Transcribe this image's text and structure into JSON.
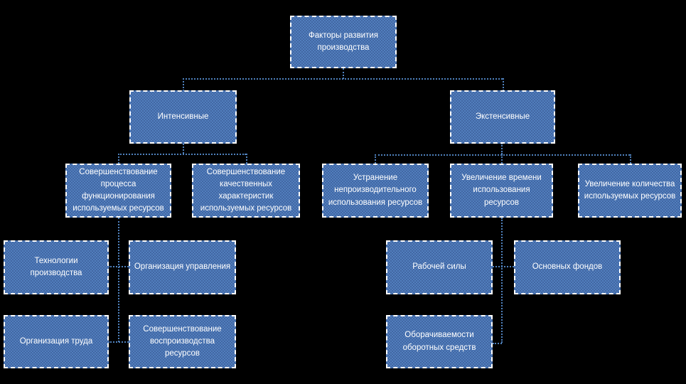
{
  "diagram": {
    "title": "Факторы развития производства",
    "type": "org-chart",
    "colors": {
      "background": "#000000",
      "box_fill": "#517ebd",
      "box_border": "#ffffff",
      "connector": "#4f81bd",
      "text": "#ffffff"
    },
    "nodes": [
      {
        "id": "root",
        "level": 1,
        "parent": null,
        "label": "Факторы развития производства"
      },
      {
        "id": "intensive",
        "level": 2,
        "parent": "root",
        "label": "Интенсивные"
      },
      {
        "id": "extensive",
        "level": 2,
        "parent": "root",
        "label": "Экстенсивные"
      },
      {
        "id": "process",
        "level": 3,
        "parent": "intensive",
        "label": "Совершенствование процесса функционирования используемых ресурсов"
      },
      {
        "id": "quality",
        "level": 3,
        "parent": "intensive",
        "label": "Совершенствование качественных характеристик используемых ресурсов"
      },
      {
        "id": "elimination",
        "level": 3,
        "parent": "extensive",
        "label": "Устранение непроизводительного использования ресурсов"
      },
      {
        "id": "time",
        "level": 3,
        "parent": "extensive",
        "label": "Увеличение времени использования ресурсов"
      },
      {
        "id": "quantity",
        "level": 3,
        "parent": "extensive",
        "label": "Увеличение количества используемых ресурсов"
      },
      {
        "id": "technology",
        "level": 4,
        "parent": "process",
        "label": "Технологии производства"
      },
      {
        "id": "management",
        "level": 4,
        "parent": "process",
        "label": "Организация управления"
      },
      {
        "id": "labor",
        "level": 4,
        "parent": "process",
        "label": "Организация труда"
      },
      {
        "id": "reproduction",
        "level": 4,
        "parent": "process",
        "label": "Совершенствование воспроизводства ресурсов"
      },
      {
        "id": "workforce",
        "level": 4,
        "parent": "time",
        "label": "Рабочей силы"
      },
      {
        "id": "fixed-assets",
        "level": 4,
        "parent": "time",
        "label": "Основных фондов"
      },
      {
        "id": "turnover",
        "level": 4,
        "parent": "time",
        "label": "Оборачиваемости оборотных средств"
      }
    ]
  }
}
